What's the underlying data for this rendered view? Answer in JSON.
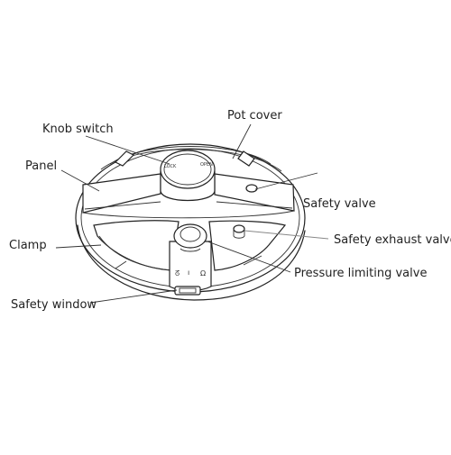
{
  "labels": {
    "pot_cover": "Pot cover",
    "knob_switch": "Knob switch",
    "panel": "Panel",
    "safety_valve": "Safety valve",
    "safety_exhaust_valve": "Safety exhaust valve",
    "clamp": "Clamp",
    "pressure_limiting_valve": "Pressure limiting valve",
    "safety_window": "Safety window"
  },
  "valve_marks": {
    "left": "ᘔ",
    "middle": "ı",
    "right": "Ω"
  },
  "colors": {
    "line": "#222222",
    "background": "#ffffff"
  }
}
